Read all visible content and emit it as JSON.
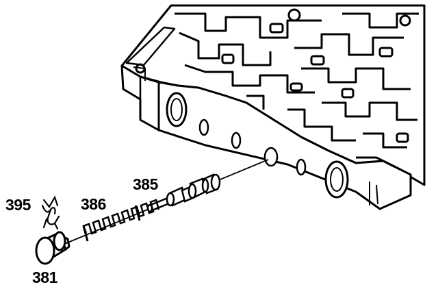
{
  "diagram": {
    "parts": [
      {
        "number": "395",
        "part": "retainer-clip"
      },
      {
        "number": "386",
        "part": "spring"
      },
      {
        "number": "385",
        "part": "valve"
      },
      {
        "number": "381",
        "part": "bore-plug"
      }
    ],
    "colors": {
      "ink": "#000000",
      "paper": "#ffffff"
    }
  }
}
